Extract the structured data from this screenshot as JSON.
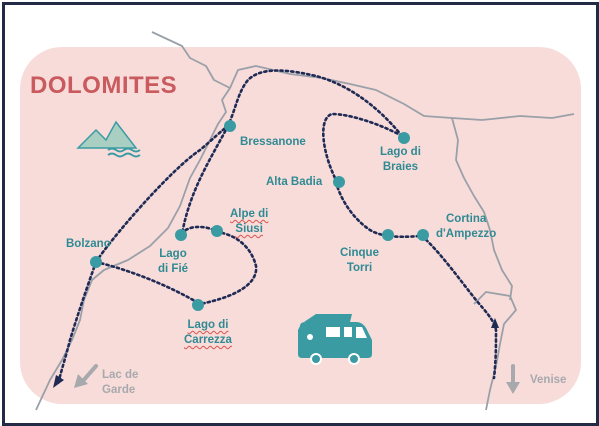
{
  "map": {
    "title": "DOLOMITES",
    "colors": {
      "title": "#c95a5e",
      "region_fill": "#f8dcda",
      "route": "#1f2b55",
      "stop": "#3b9ba3",
      "label": "#2f8a93",
      "border_line": "#9aa0a8",
      "arrow_grey": "#a7a9ac",
      "frame": "#232a45"
    },
    "stops": [
      {
        "id": "bolzano",
        "name": "Bolzano"
      },
      {
        "id": "bressanone",
        "name": "Bressanone"
      },
      {
        "id": "lago-di-fie",
        "name": "Lago\ndi Fié"
      },
      {
        "id": "alpe-di-siusi",
        "name": "Alpe di\nSiusi"
      },
      {
        "id": "lago-di-carrezza",
        "name": "Lago di\nCarrezza"
      },
      {
        "id": "alta-badia",
        "name": "Alta Badia"
      },
      {
        "id": "lago-di-braies",
        "name": "Lago di\nBraies"
      },
      {
        "id": "cinque-torri",
        "name": "Cinque\nTorri"
      },
      {
        "id": "cortina-d-ampezzo",
        "name": "Cortina\nd'Ampezzo"
      }
    ],
    "exits": [
      {
        "id": "lac-de-garde",
        "name": "Lac de\nGarde"
      },
      {
        "id": "venise",
        "name": "Venise"
      }
    ],
    "icons": [
      "mountain-lake-icon",
      "camper-van-icon"
    ]
  }
}
